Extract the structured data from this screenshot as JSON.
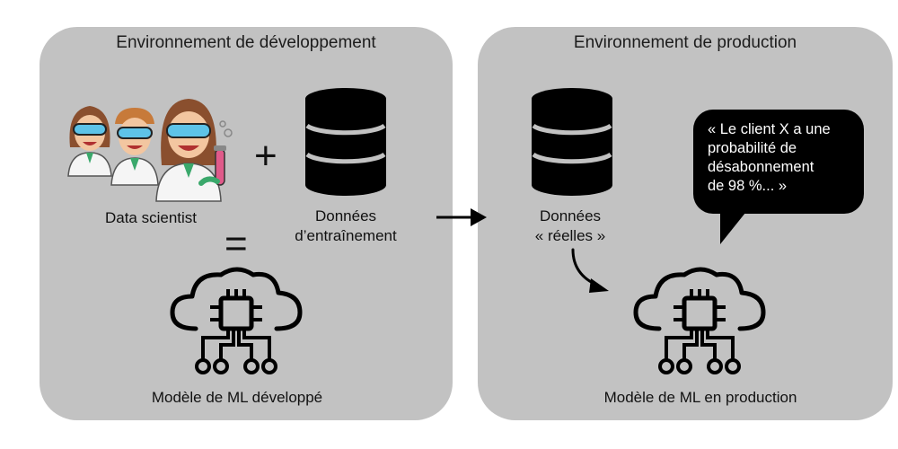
{
  "dev_env": {
    "title": "Environnement de développement",
    "data_scientist_label": "Data scientist",
    "plus_symbol": "+",
    "equals_symbol": "=",
    "training_data_label_line1": "Données",
    "training_data_label_line2": "d’entraînement",
    "model_label": "Modèle de ML développé"
  },
  "prod_env": {
    "title": "Environnement de production",
    "real_data_label_line1": "Données",
    "real_data_label_line2": "« réelles »",
    "model_label": "Modèle de ML en production",
    "prediction_bubble": {
      "line1": "« Le client X a une",
      "line2": "probabilité de",
      "line3": "désabonnement",
      "line4": "de 98 %... »"
    }
  },
  "colors": {
    "panel_background": "#c2c2c2",
    "icon": "#000000",
    "bubble": "#000000"
  }
}
